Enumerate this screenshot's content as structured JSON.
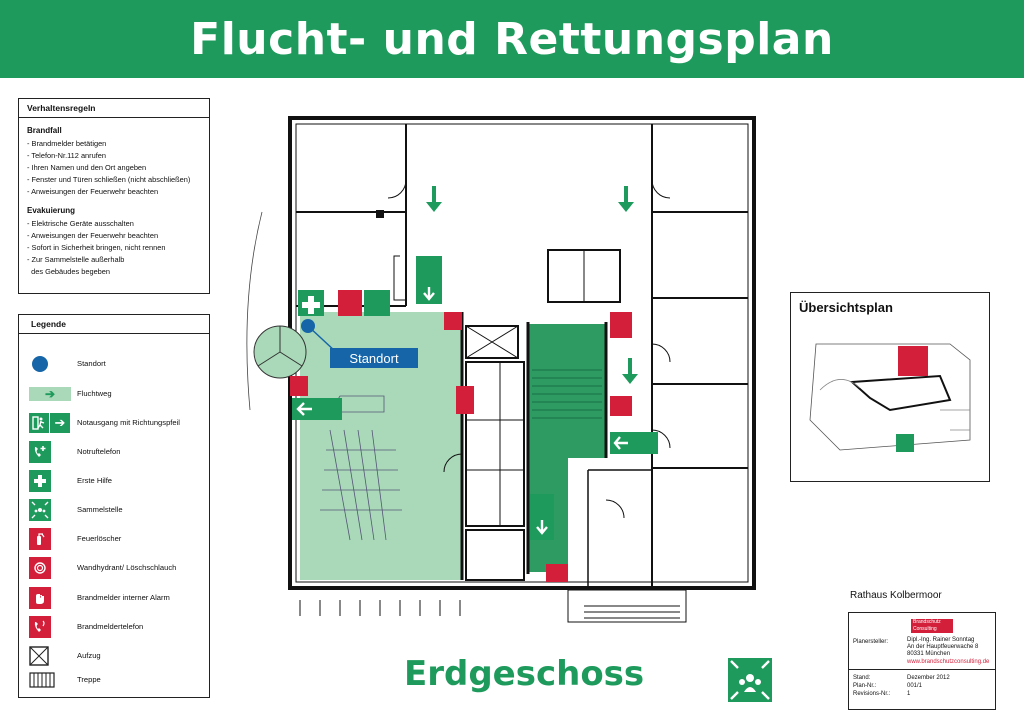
{
  "title": "Flucht- und Rettungsplan",
  "rules": {
    "heading": "Verhaltensregeln",
    "fire_heading": "Brandfall",
    "fire_items": [
      "- Brandmelder betätigen",
      "- Telefon-Nr.112 anrufen",
      "- Ihren Namen und den Ort angeben",
      "- Fenster und Türen schließen (nicht abschließen)",
      "- Anweisungen der Feuerwehr beachten"
    ],
    "evac_heading": "Evakuierung",
    "evac_items": [
      "- Elektrische Geräte ausschalten",
      "- Anweisungen der Feuerwehr beachten",
      "- Sofort in Sicherheit bringen, nicht rennen",
      "- Zur Sammelstelle außerhalb",
      "  des Gebäudes begeben"
    ]
  },
  "legend": {
    "heading": "Legende",
    "items": [
      {
        "label": "Standort",
        "icon": "location-dot-icon"
      },
      {
        "label": "Fluchtweg",
        "icon": "escape-route-arrow-icon"
      },
      {
        "label": "Notausgang mit Richtungspfeil",
        "icon": "emergency-exit-icon"
      },
      {
        "label": "Notruftelefon",
        "icon": "emergency-phone-icon"
      },
      {
        "label": "Erste Hilfe",
        "icon": "first-aid-icon"
      },
      {
        "label": "Sammelstelle",
        "icon": "assembly-point-icon"
      },
      {
        "label": "Feuerlöscher",
        "icon": "fire-extinguisher-icon"
      },
      {
        "label": "Wandhydrant/ Löschschlauch",
        "icon": "fire-hose-icon"
      },
      {
        "label": "Brandmelder interner Alarm",
        "icon": "fire-alarm-icon"
      },
      {
        "label": "Brandmeldertelefon",
        "icon": "fire-phone-icon"
      },
      {
        "label": "Aufzug",
        "icon": "elevator-icon"
      },
      {
        "label": "Treppe",
        "icon": "stairs-icon"
      }
    ]
  },
  "plan": {
    "standort_label": "Standort"
  },
  "overview": {
    "title": "Übersichtsplan"
  },
  "floor": "Erdgeschoss",
  "building": "Rathaus Kolbermoor",
  "title_block": {
    "logo_line1": "Brandschutz",
    "logo_line2": "Consulting",
    "planer_label": "Planersteller:",
    "planer_name": "Dipl.-Ing. Rainer Sonntag",
    "address1": "An der Hauptfeuerwache 8",
    "address2": "80331 München",
    "web": "www.brandschutzconsulting.de",
    "stand_label": "Stand:",
    "stand_value": "Dezember 2012",
    "plan_label": "Plan-Nr.:",
    "plan_value": "001/1",
    "rev_label": "Revisions-Nr.:",
    "rev_value": "1"
  },
  "colors": {
    "green": "#1d9a5c",
    "light_green": "#a9d9b8",
    "red": "#d31f3a",
    "blue": "#1565a8"
  }
}
